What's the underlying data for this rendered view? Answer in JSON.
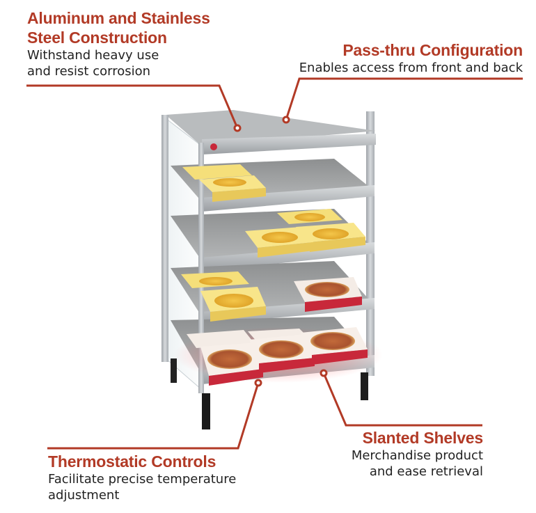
{
  "features": {
    "aluminum": {
      "title_line1": "Aluminum and Stainless",
      "title_line2": "Steel Construction",
      "desc_line1": "Withstand heavy use",
      "desc_line2": "and resist corrosion"
    },
    "pass_thru": {
      "title": "Pass-thru Configuration",
      "desc": "Enables access from front and back"
    },
    "thermostatic": {
      "title": "Thermostatic Controls",
      "desc_line1": "Facilitate precise temperature",
      "desc_line2": "adjustment"
    },
    "slanted": {
      "title": "Slanted Shelves",
      "desc_line1": "Merchandise product",
      "desc_line2": "and ease retrieval"
    }
  },
  "colors": {
    "accent": "#b23a26",
    "text": "#222222",
    "steel": "#b8bcc0",
    "pizza_box_yellow": "#f2d96a",
    "pizza_box_red": "#c8283a"
  }
}
